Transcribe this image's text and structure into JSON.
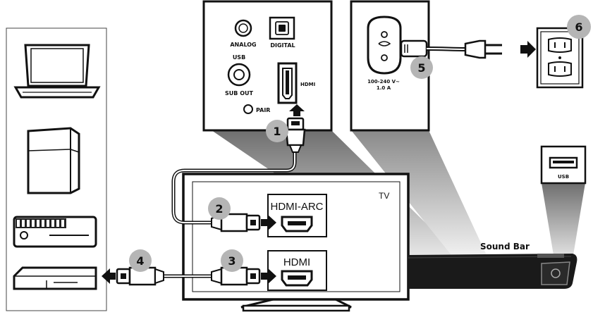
{
  "title": "",
  "panels": {
    "audio_ports": {
      "analog": "ANALOG",
      "digital": "DIGITAL",
      "usb": "USB",
      "sub_out": "SUB OUT",
      "hdmi": "HDMI",
      "pair": "PAIR"
    },
    "power": {
      "rating_line1": "100-240 V~",
      "rating_line2": "1.0 A"
    },
    "usb_panel": {
      "usb": "USB"
    }
  },
  "tv": {
    "label": "TV",
    "hdmi_arc_label": "HDMI-ARC",
    "hdmi_label": "HDMI"
  },
  "soundbar": {
    "label": "Sound Bar"
  },
  "steps": [
    "1",
    "2",
    "3",
    "4",
    "5",
    "6"
  ],
  "devices": [
    "laptop-icon",
    "game-console-icon",
    "xbox-console-icon",
    "set-top-box-icon"
  ],
  "colors": {
    "line": "#111111",
    "step_badge": "#b5b5b5",
    "beam": "#9a9a9a",
    "soundbar": "#1a1a1a"
  }
}
